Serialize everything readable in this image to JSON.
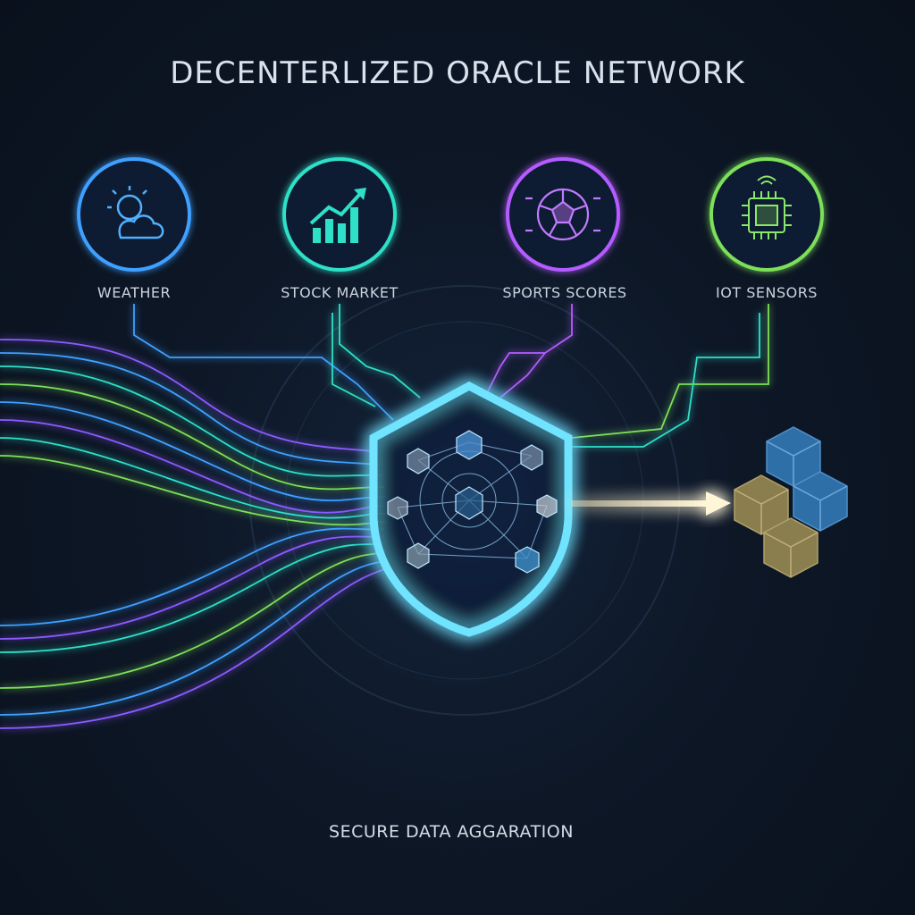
{
  "title": "DECENTERLIZED ORACLE NETWORK",
  "caption": "SECURE DATA AGGARATION",
  "sources": [
    {
      "label": "WEATHER",
      "icon": "weather-cloud-sun-icon",
      "color": "#3fa0ff"
    },
    {
      "label": "STOCK MARKET",
      "icon": "stock-chart-icon",
      "color": "#2fe0c8"
    },
    {
      "label": "SPORTS SCORES",
      "icon": "soccer-ball-icon",
      "color": "#b45cff"
    },
    {
      "label": "IOT SENSORS",
      "icon": "microchip-icon",
      "color": "#7ce05a"
    }
  ],
  "colors": {
    "shield": "#6fe3ff",
    "arrow": "#fff2c8",
    "block_blue": "#2f6fa8",
    "block_tan": "#8a7d4e"
  },
  "icons": {
    "center": "oracle-shield-icon",
    "output": "blockchain-blocks-icon",
    "arrow": "output-arrow-icon"
  }
}
